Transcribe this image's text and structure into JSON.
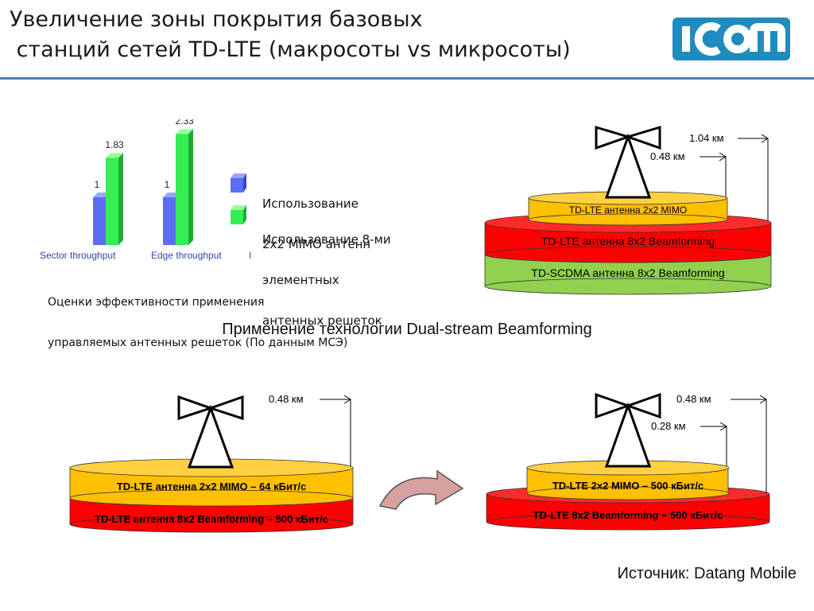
{
  "header": {
    "title_line1": "Увеличение зоны покрытия базовых",
    "title_line2": " станций сетей TD-LTE (макросоты vs микросоты)",
    "logo_text": "ICOM"
  },
  "colors": {
    "accent": "#4f7fb5",
    "logo": "#1f8bbf",
    "yellow": "#ffc000",
    "red": "#ff0000",
    "green": "#92d050",
    "blue_bar": "#5b6cf5",
    "green_bar": "#33ee55",
    "arrow": "#d9a0a0"
  },
  "chart_data": {
    "type": "bar",
    "categories": [
      "Sector throughput",
      "Edge throughput"
    ],
    "extra_category_fragment": "I",
    "series": [
      {
        "name": "Использование 2x2 MIMO антенн",
        "values": [
          1,
          1
        ]
      },
      {
        "name": "Использование 8-ми элементных антенных решеток",
        "values": [
          1.83,
          2.33
        ]
      }
    ],
    "data_labels": {
      "blue": [
        "1",
        "1"
      ],
      "green": [
        "1.83",
        "2.33"
      ]
    },
    "legend": {
      "item1_line1": "Использование",
      "item1_line2": "2x2 MIMO антенн",
      "item2_line1": "Использование 8-ми",
      "item2_line2": "элементных",
      "item2_line3": "антенных решеток"
    },
    "caption_line1": "Оценки эффективности применения",
    "caption_line2": "управляемых антенных решеток (По данным МСЭ)"
  },
  "top_diagram": {
    "layer_yellow": "TD-LTE антенна 2x2 MIMO",
    "layer_red": "TD-LTE антенна 8x2 Beamforming",
    "layer_green": "TD-SCDMA антенна 8x2 Beamforming",
    "range_outer": "1.04 км",
    "range_inner": "0.48 км"
  },
  "middle_caption": "Применение технологии Dual-stream Beamforming",
  "bottom_left": {
    "layer_yellow": "TD-LTE антенна 2x2 MIMO – 64 кБит/с",
    "layer_red": "TD-LTE антенна 8x2 Beamforming – 500 кБит/с",
    "range": "0.48 км"
  },
  "bottom_right": {
    "layer_yellow": "TD-LTE 2x2 MIMO – 500 кБит/с",
    "layer_red": "TD-LTE  8x2 Beamforming – 500 кБит/с",
    "range_outer": "0.48 км",
    "range_inner": "0.28 км"
  },
  "source": "Источник: Datang Mobile"
}
